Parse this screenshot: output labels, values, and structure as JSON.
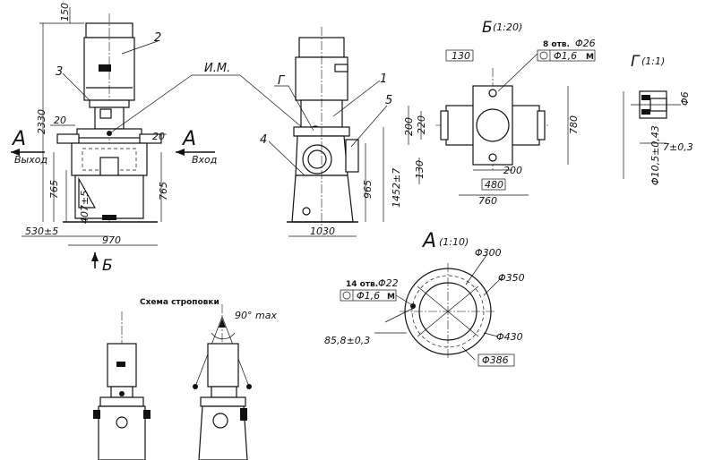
{
  "colors": {
    "ink": "#111111",
    "paper": "#ffffff"
  },
  "front": {
    "view_letter": "А",
    "view_letter_right": "А",
    "outlet_label": "Выход",
    "inlet_label": "Вход",
    "callout_2": "2",
    "callout_3": "3",
    "callout_im": "И.М.",
    "dim_150": "150",
    "dim_2330": "2330",
    "dim_20_left": "20",
    "dim_20_right": "20",
    "dim_765_left": "765",
    "dim_765_right": "765",
    "dim_407": "407±5",
    "dim_530": "530±5",
    "dim_970": "970",
    "section_b": "Б"
  },
  "side": {
    "callout_g": "Г",
    "callout_1": "1",
    "callout_4": "4",
    "callout_5": "5",
    "dim_965": "965",
    "dim_1452": "1452±7",
    "dim_1030": "1030"
  },
  "view_b": {
    "title": "Б",
    "scale": "(1:20)",
    "holes": "8 отв.",
    "hole_dia": "Φ26",
    "tol_pos": "Φ1,6",
    "tol_m": "M",
    "dim_130_top": "130",
    "dim_780": "780",
    "dim_200_v": "200",
    "dim_220": "220",
    "dim_130_left": "130",
    "dim_200_h": "200",
    "dim_480": "480",
    "dim_760": "760"
  },
  "view_g": {
    "title": "Г",
    "scale": "(1:1)",
    "dim_6": "Φ6",
    "dim_105": "Φ10,5±0,43",
    "dim_7": "7±0,3"
  },
  "view_a": {
    "title": "А",
    "scale": "(1:10)",
    "holes": "14 отв.",
    "hole_dia": "Φ22",
    "tol_pos": "Φ1,6",
    "tol_m": "M",
    "dim_300": "Φ300",
    "dim_350": "Φ350",
    "dim_430": "Φ430",
    "dim_386": "Φ386",
    "dim_85": "85,8±0,3"
  },
  "sling": {
    "title": "Схема строповки",
    "angle": "90° max"
  }
}
